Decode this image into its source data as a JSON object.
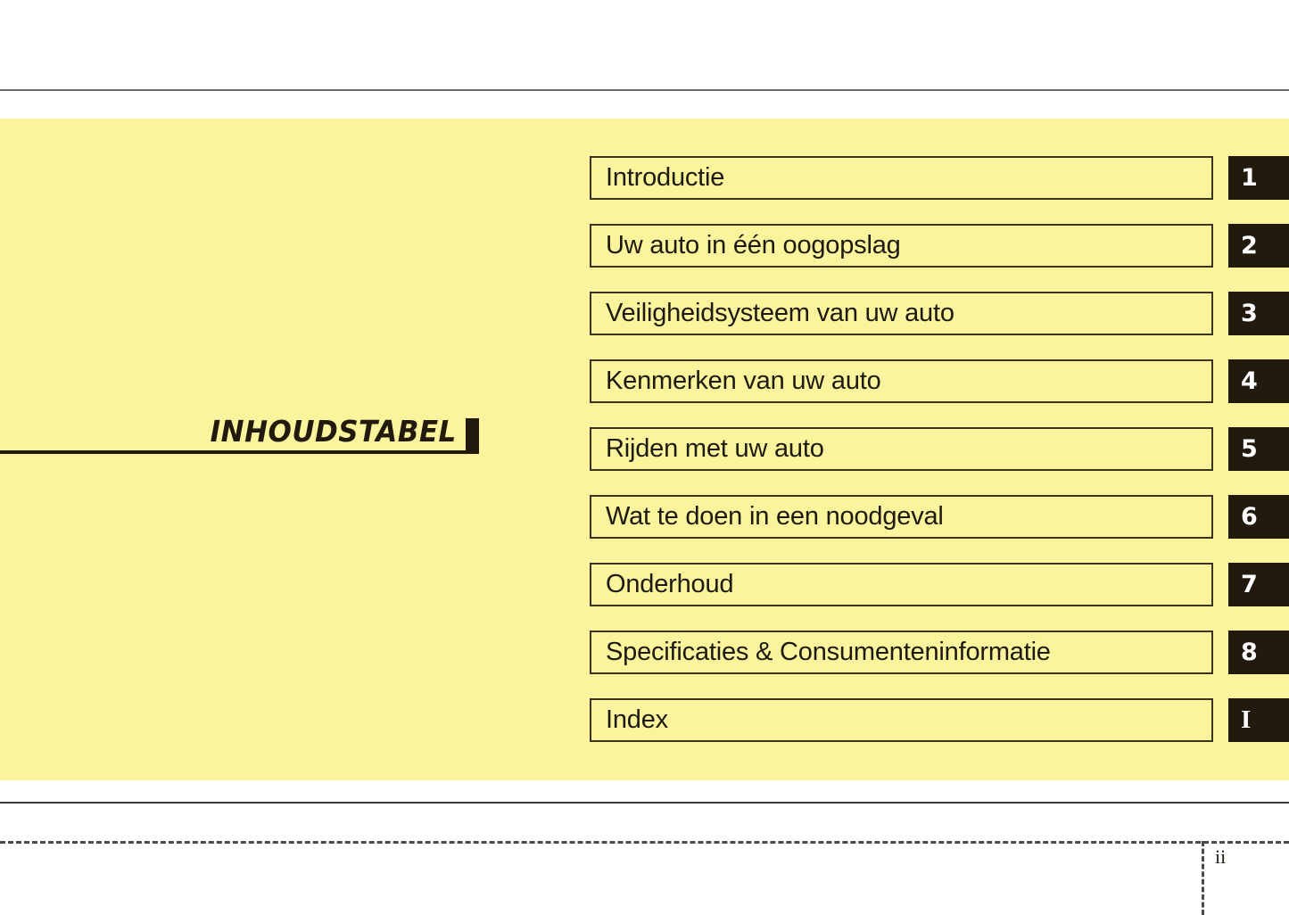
{
  "page": {
    "title": "INHOUDSTABEL",
    "page_number": "ii",
    "background_color": "#ffffff",
    "band_color": "#fbf49c",
    "tab_color": "#231a0e",
    "ink_color": "#1d1a12"
  },
  "chapters": [
    {
      "label": "Introductie",
      "tab": "1"
    },
    {
      "label": "Uw auto in één oogopslag",
      "tab": "2"
    },
    {
      "label": "Veiligheidsysteem van uw auto",
      "tab": "3"
    },
    {
      "label": "Kenmerken van uw auto",
      "tab": "4"
    },
    {
      "label": "Rijden met uw auto",
      "tab": "5"
    },
    {
      "label": "Wat te doen in een noodgeval",
      "tab": "6"
    },
    {
      "label": "Onderhoud",
      "tab": "7"
    },
    {
      "label": "Specificaties & Consumenteninformatie",
      "tab": "8"
    },
    {
      "label": "Index",
      "tab": "I"
    }
  ]
}
